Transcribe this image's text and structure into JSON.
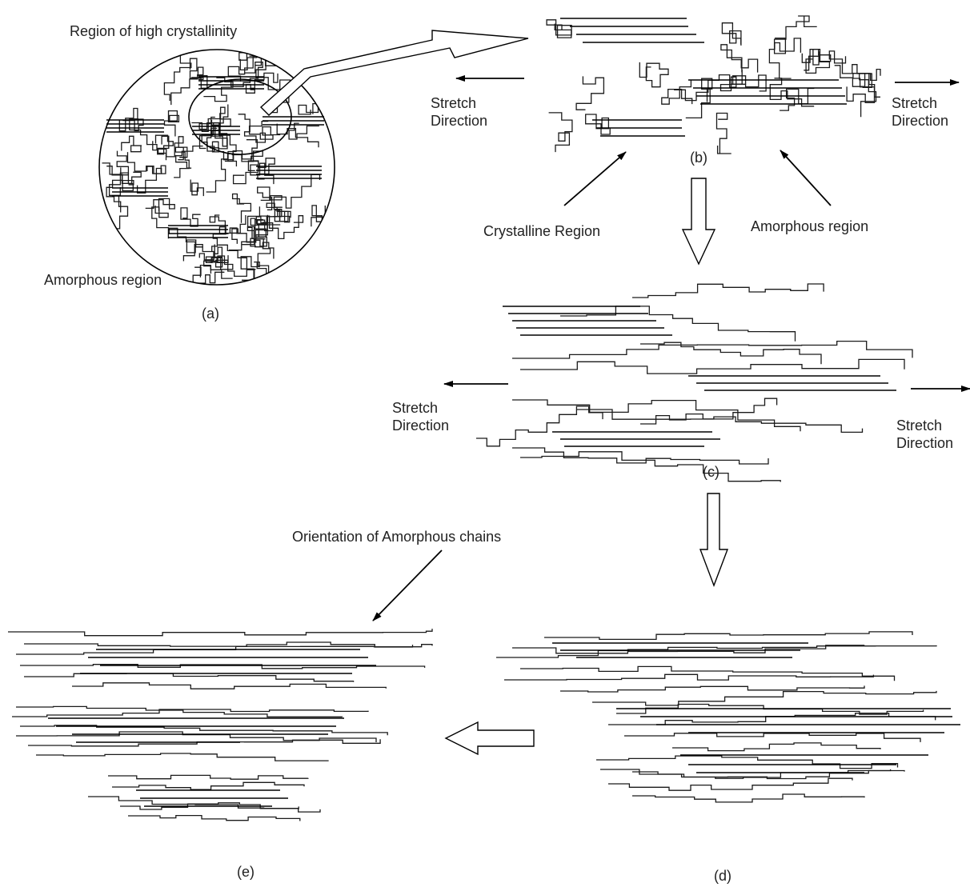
{
  "labels": {
    "high_crystallinity": "Region of high crystallinity",
    "amorphous_a": "Amorphous region",
    "panel_a": "(a)",
    "stretch_b_left_1": "Stretch",
    "stretch_b_left_2": "Direction",
    "stretch_b_right_1": "Stretch",
    "stretch_b_right_2": "Direction",
    "panel_b": "(b)",
    "crystalline_region": "Crystalline Region",
    "amorphous_b": "Amorphous region",
    "stretch_c_left_1": "Stretch",
    "stretch_c_left_2": "Direction",
    "stretch_c_right_1": "Stretch",
    "stretch_c_right_2": "Direction",
    "panel_c": "(c)",
    "orientation": "Orientation of Amorphous chains",
    "panel_d": "(d)",
    "panel_e": "(e)"
  },
  "colors": {
    "ink": "#000000",
    "background": "#ffffff"
  }
}
